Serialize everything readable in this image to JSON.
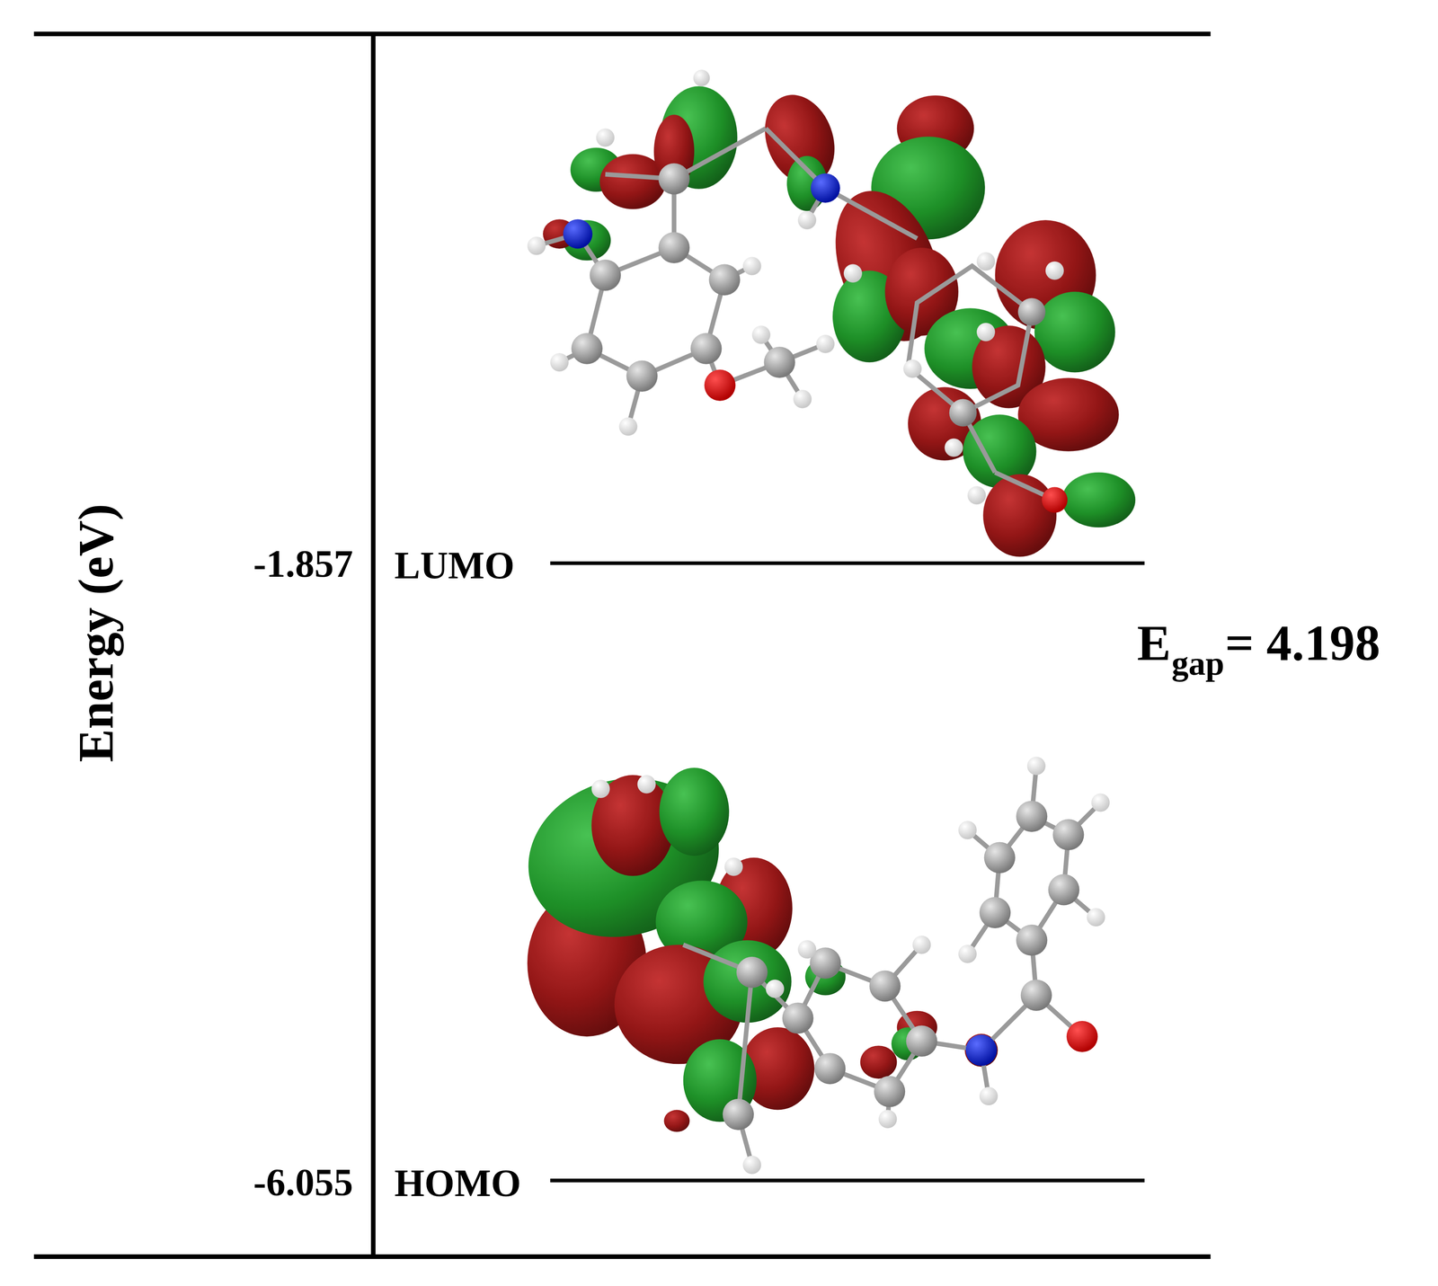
{
  "diagram": {
    "labels": [
      "Energy (eV)",
      "-1.857",
      "LUMO",
      "E",
      "gap",
      "= 4.198",
      "-6.055",
      "HOMO"
    ]
  }
}
